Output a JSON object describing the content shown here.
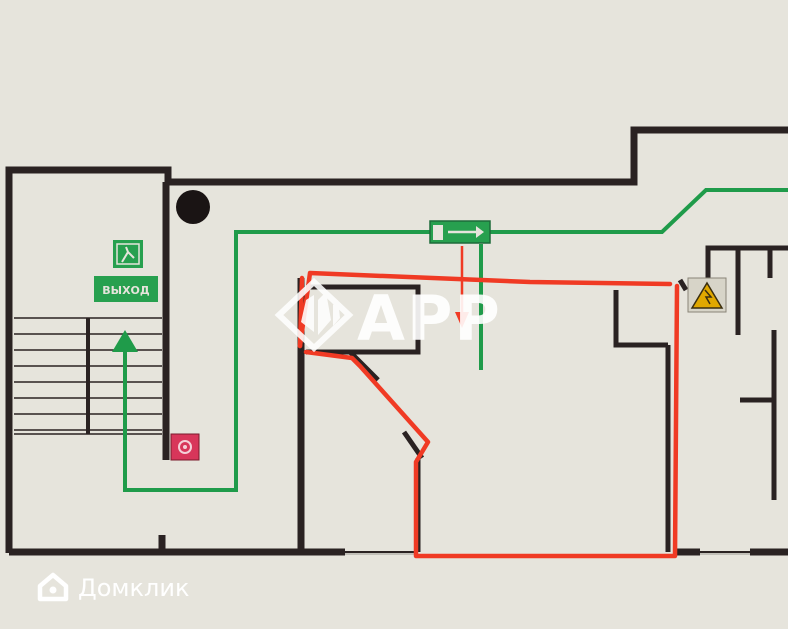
{
  "plan": {
    "exit_sign": {
      "label": "ВЫХОД"
    },
    "watermark": {
      "text": "APP"
    },
    "brand": {
      "name": "Домклик"
    },
    "colors": {
      "background": "#e6e4dc",
      "wall": "#2a2222",
      "route": "#1f9b4a",
      "highlight": "#f03a24",
      "sign_green": "#27a04f",
      "warning": "#e0a800",
      "fire": "#d8365a"
    },
    "icons": [
      "running-man-icon",
      "warning-triangle-icon",
      "fire-alarm-icon",
      "fire-hose-icon",
      "up-arrow-icon",
      "down-arrow-icon",
      "domclick-house-icon",
      "app-logo-icon"
    ]
  }
}
